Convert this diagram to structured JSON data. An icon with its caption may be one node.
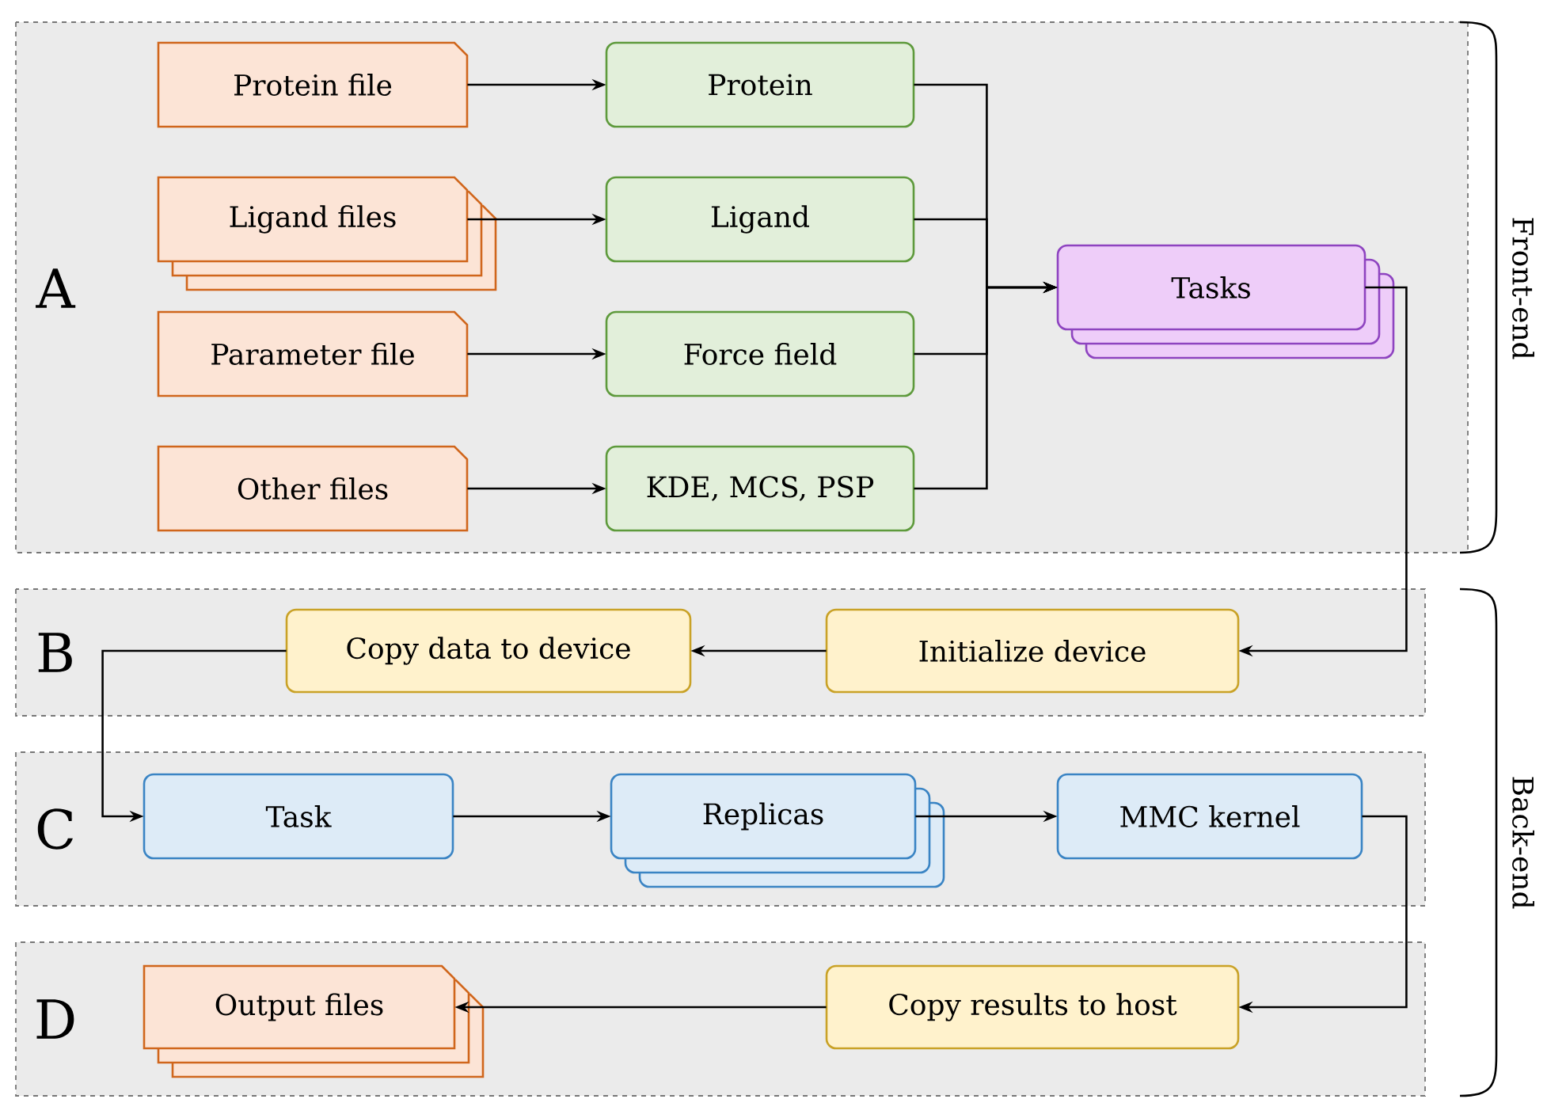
{
  "diagram": {
    "nodes": [
      {
        "text": [
          "A"
        ]
      },
      {
        "text": [
          "Protein file"
        ],
        "in": 0
      },
      {
        "text": [
          "Ligand files"
        ],
        "in": 0
      },
      {
        "text": [
          "Parameter file"
        ],
        "in": 0
      },
      {
        "text": [
          "Other files"
        ],
        "in": 0
      },
      {
        "text": [
          "Protein"
        ],
        "in": 0
      },
      {
        "text": [
          "Ligand"
        ],
        "in": 0
      },
      {
        "text": [
          "Force field"
        ],
        "in": 0
      },
      {
        "text": [
          "KDE, MCS, PSP"
        ],
        "in": 0
      },
      {
        "text": [
          "Tasks"
        ],
        "in": 0
      },
      {
        "text": [
          "B"
        ]
      },
      {
        "text": [
          "Copy data to device"
        ],
        "in": 10
      },
      {
        "text": [
          "Initialize device"
        ],
        "in": 10
      },
      {
        "text": [
          "C"
        ]
      },
      {
        "text": [
          "Task"
        ],
        "in": 13
      },
      {
        "text": [
          "Replicas"
        ],
        "in": 13
      },
      {
        "text": [
          "MMC kernel"
        ],
        "in": 13
      },
      {
        "text": [
          "D"
        ]
      },
      {
        "text": [
          "Output files"
        ],
        "in": 17
      },
      {
        "text": [
          "Copy results to host"
        ],
        "in": 17
      }
    ],
    "edges": [
      {
        "from": 1,
        "to": 5,
        "arrow": "to"
      },
      {
        "from": 2,
        "to": 6,
        "arrow": "to"
      },
      {
        "from": 3,
        "to": 7,
        "arrow": "to"
      },
      {
        "from": 4,
        "to": 8,
        "arrow": "to"
      },
      {
        "from": 5,
        "to": 9,
        "arrow": "to"
      },
      {
        "from": 6,
        "to": 9,
        "arrow": "to"
      },
      {
        "from": 7,
        "to": 9,
        "arrow": "to"
      },
      {
        "from": 8,
        "to": 9,
        "arrow": "to"
      },
      {
        "from": 9,
        "to": 12,
        "arrow": "to"
      },
      {
        "from": 12,
        "to": 11,
        "arrow": "to"
      },
      {
        "from": 11,
        "to": 14,
        "arrow": "to"
      },
      {
        "from": 14,
        "to": 15,
        "arrow": "to"
      },
      {
        "from": 15,
        "to": 16,
        "arrow": "to"
      },
      {
        "from": 16,
        "to": 19,
        "arrow": "to"
      },
      {
        "from": 19,
        "to": 18,
        "arrow": "to"
      }
    ],
    "labels": [
      "Front-end",
      "Back-end"
    ]
  }
}
